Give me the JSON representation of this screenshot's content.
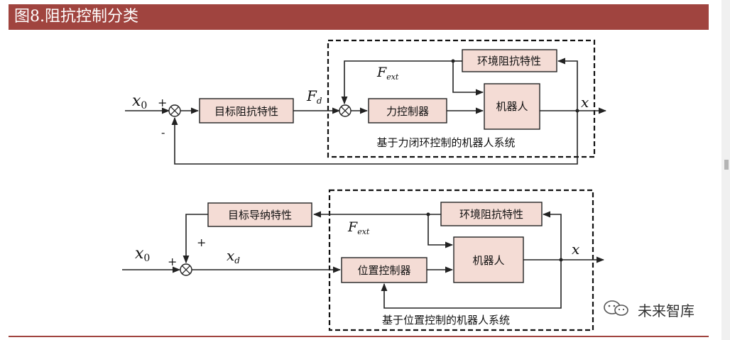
{
  "title": "图8.阻抗控制分类",
  "watermark": "未来智库",
  "colors": {
    "title_bg": "#a0443f",
    "block_fill": "#f4dcd5"
  },
  "diagram1": {
    "input_label": "x",
    "input_sub": "0",
    "plus": "+",
    "minus": "-",
    "block_target": "目标阻抗特性",
    "fd_label": "F",
    "fd_sub": "d",
    "block_force_controller": "力控制器",
    "block_robot": "机器人",
    "block_environment": "环境阻抗特性",
    "fext_label": "F",
    "fext_sub": "ext",
    "output_label": "x",
    "system_caption": "基于力闭环控制的机器人系统"
  },
  "diagram2": {
    "input_label": "x",
    "input_sub": "0",
    "plus_left": "+",
    "plus_top": "+",
    "xd_label": "x",
    "xd_sub": "d",
    "block_target": "目标导纳特性",
    "block_position_controller": "位置控制器",
    "block_robot": "机器人",
    "block_environment": "环境阻抗特性",
    "fext_label": "F",
    "fext_sub": "ext",
    "output_label": "x",
    "system_caption": "基于位置控制的机器人系统"
  }
}
